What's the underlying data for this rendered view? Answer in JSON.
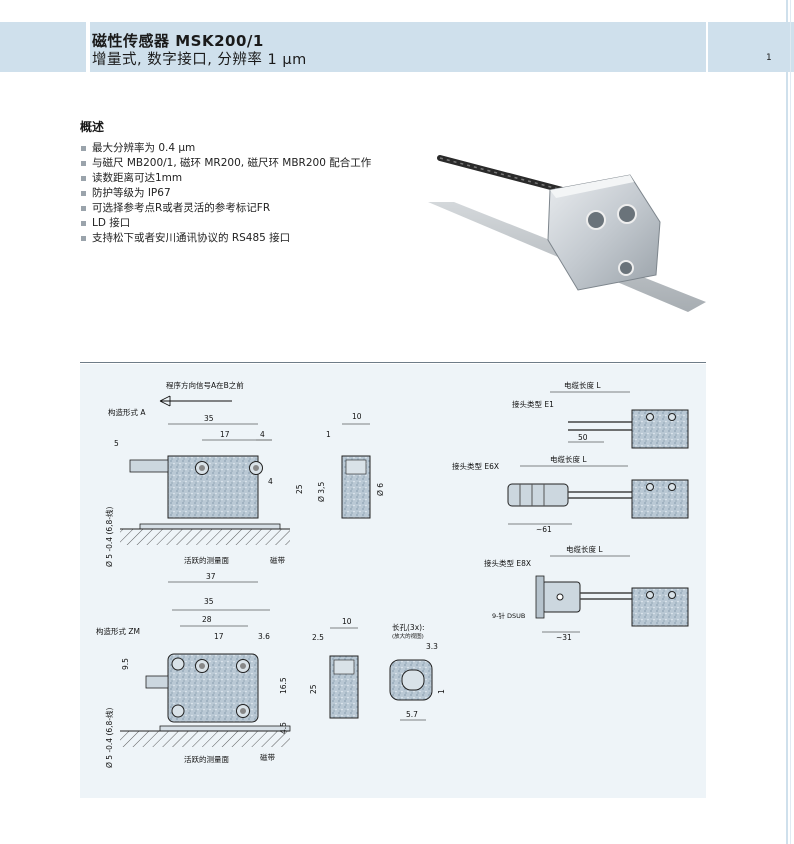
{
  "header": {
    "title": "磁性传感器 MSK200/1",
    "subtitle": "增量式, 数字接口, 分辨率 1 μm",
    "page_number": "1"
  },
  "overview": {
    "heading": "概述",
    "features": [
      "最大分辨率为 0.4 μm",
      "与磁尺 MB200/1, 磁环 MR200, 磁尺环 MBR200 配合工作",
      "读数距离可达1mm",
      "防护等级为 IP67",
      "可选择参考点R或者灵活的参考标记FR",
      "LD 接口",
      "支持松下或者安川通讯协议的 RS485 接口"
    ]
  },
  "drawing": {
    "direction_note": "程序方向信号A在B之前",
    "form_a": "构造形式 A",
    "form_zm": "构造形式 ZM",
    "active_face": "活跃的测量面",
    "tape": "磁带",
    "diameter_label": "Ø 5 -0.4 (6,8-线)",
    "slot_label": "长孔(3x):",
    "slot_sub": "(放大的视图)",
    "cable_length": "电缆长度 L",
    "conn_e1": "接头类型 E1",
    "conn_e6x": "接头类型 E6X",
    "conn_e8x": "接头类型 E8X",
    "dsub": "9-针 DSUB",
    "dims": {
      "a_35": "35",
      "a_17": "17",
      "a_4": "4",
      "a_5": "5",
      "a_4b": "4",
      "a_37": "37",
      "s_10": "10",
      "s_1": "1",
      "s_25": "25",
      "s_d35": "Ø 3,5",
      "s_d6": "Ø 6",
      "z_35": "35",
      "z_28": "28",
      "z_17": "17",
      "z_36": "3.6",
      "z_95": "9.5",
      "z_165": "16.5",
      "z_45": "4.5",
      "z_25w": "2.5",
      "z_10": "10",
      "z_25": "25",
      "z_33": "3.3",
      "z_57": "5.7",
      "z_1": "1",
      "e1_50": "50",
      "e6x_61": "~61",
      "e8x_31": "~31"
    }
  }
}
